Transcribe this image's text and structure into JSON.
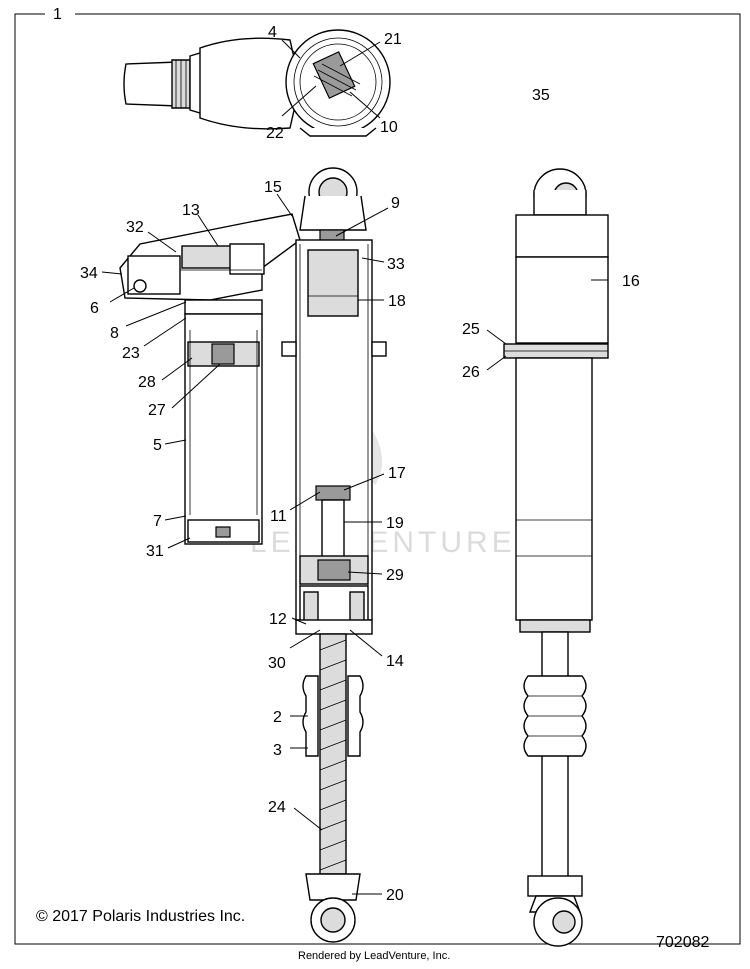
{
  "diagram": {
    "frame_label": "1",
    "callouts": [
      {
        "id": "4",
        "text": "4"
      },
      {
        "id": "21",
        "text": "21"
      },
      {
        "id": "22",
        "text": "22"
      },
      {
        "id": "10",
        "text": "10"
      },
      {
        "id": "35",
        "text": "35"
      },
      {
        "id": "15",
        "text": "15"
      },
      {
        "id": "9",
        "text": "9"
      },
      {
        "id": "13",
        "text": "13"
      },
      {
        "id": "32",
        "text": "32"
      },
      {
        "id": "33",
        "text": "33"
      },
      {
        "id": "34",
        "text": "34"
      },
      {
        "id": "16",
        "text": "16"
      },
      {
        "id": "6",
        "text": "6"
      },
      {
        "id": "18",
        "text": "18"
      },
      {
        "id": "8",
        "text": "8"
      },
      {
        "id": "25",
        "text": "25"
      },
      {
        "id": "23",
        "text": "23"
      },
      {
        "id": "26",
        "text": "26"
      },
      {
        "id": "28",
        "text": "28"
      },
      {
        "id": "27",
        "text": "27"
      },
      {
        "id": "5",
        "text": "5"
      },
      {
        "id": "17",
        "text": "17"
      },
      {
        "id": "11",
        "text": "11"
      },
      {
        "id": "7",
        "text": "7"
      },
      {
        "id": "19",
        "text": "19"
      },
      {
        "id": "31",
        "text": "31"
      },
      {
        "id": "29",
        "text": "29"
      },
      {
        "id": "12",
        "text": "12"
      },
      {
        "id": "30",
        "text": "30"
      },
      {
        "id": "14",
        "text": "14"
      },
      {
        "id": "2",
        "text": "2"
      },
      {
        "id": "3",
        "text": "3"
      },
      {
        "id": "24",
        "text": "24"
      },
      {
        "id": "20",
        "text": "20"
      }
    ],
    "copyright": "© 2017 Polaris Industries Inc.",
    "drawing_number": "702082",
    "watermark": "LEADVENTURE",
    "rendered_by": "Rendered by LeadVenture, Inc."
  }
}
